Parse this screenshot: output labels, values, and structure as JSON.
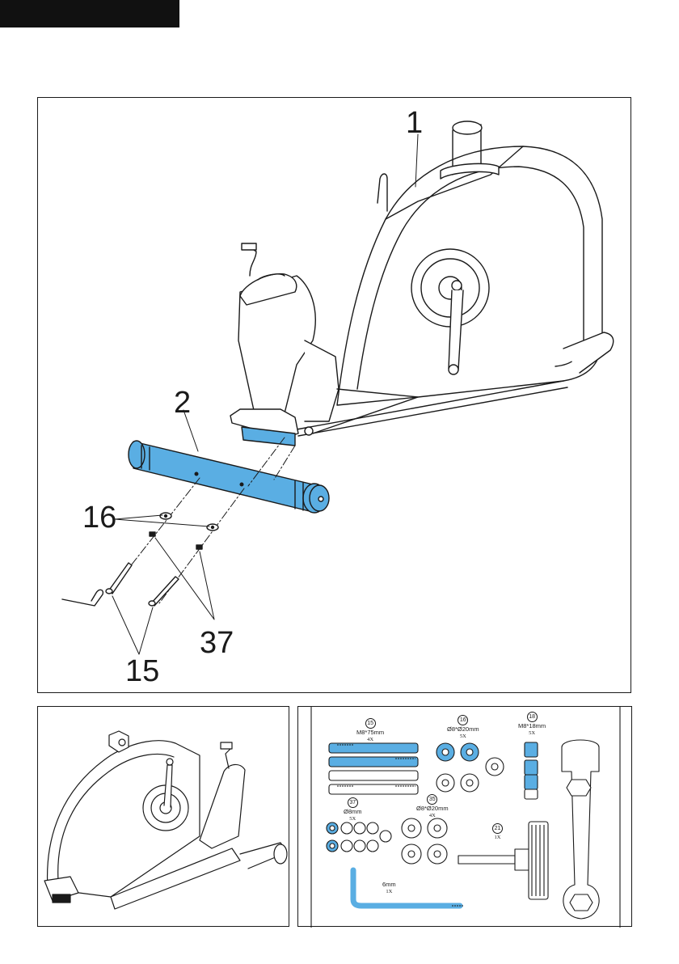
{
  "main_diagram": {
    "callouts": {
      "frame": "1",
      "stabilizer": "2",
      "washer": "16",
      "nut": "37",
      "bolt": "15"
    }
  },
  "hardware": {
    "bolt": {
      "num": "15",
      "size": "M8*75mm",
      "qty": "4X"
    },
    "arc_washer": {
      "num": "16",
      "size": "Ø8*Ø20mm",
      "qty": "5X"
    },
    "screw": {
      "num": "18",
      "size": "M8*18mm",
      "qty": "5X"
    },
    "nut": {
      "num": "37",
      "size": "Ø8mm",
      "qty": "5X"
    },
    "flat_washer": {
      "num": "35",
      "size": "Ø8*Ø20mm",
      "qty": "4X"
    },
    "knob": {
      "num": "21",
      "qty": "1X"
    },
    "allen_key": {
      "size": "6mm",
      "qty": "1X"
    }
  },
  "colors": {
    "accent": "#5aaee3",
    "line": "#1a1a1a",
    "header": "#111111"
  }
}
